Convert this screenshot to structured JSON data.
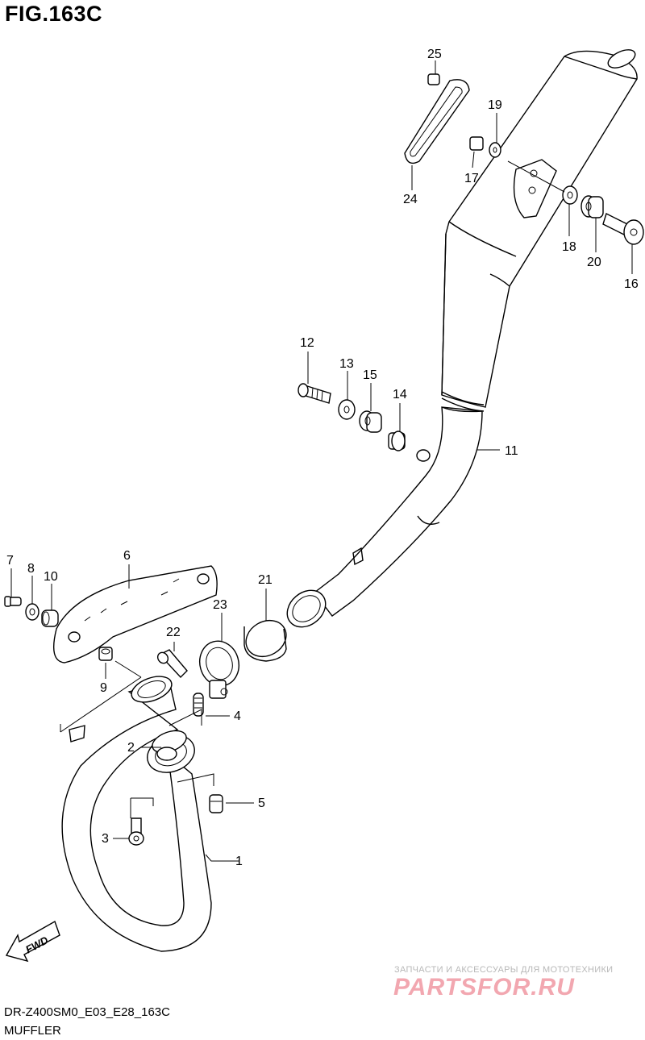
{
  "figure": {
    "title": "FIG.163C",
    "code": "DR-Z400SM0_E03_E28_163C",
    "name": "MUFFLER"
  },
  "fwd_label": "FWD",
  "watermark": {
    "tagline": "ЗАПЧАСТИ И АКСЕССУАРЫ ДЛЯ МОТОТЕХНИКИ",
    "logo": "PARTSFOR.RU"
  },
  "callouts": {
    "c1": "1",
    "c2": "2",
    "c3": "3",
    "c4": "4",
    "c5": "5",
    "c6": "6",
    "c7": "7",
    "c8": "8",
    "c9": "9",
    "c10": "10",
    "c11": "11",
    "c12": "12",
    "c13": "13",
    "c14": "14",
    "c15": "15",
    "c16": "16",
    "c17": "17",
    "c18": "18",
    "c19": "19",
    "c20": "20",
    "c21": "21",
    "c22": "22",
    "c23": "23",
    "c24": "24",
    "c25": "25"
  }
}
